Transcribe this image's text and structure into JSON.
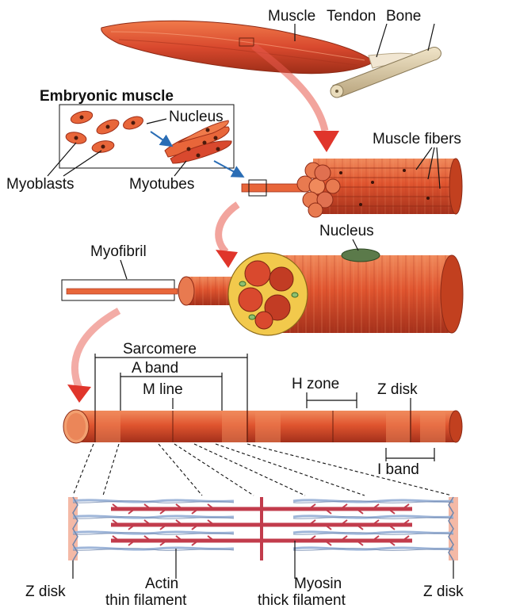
{
  "labels": {
    "muscle": "Muscle",
    "tendon": "Tendon",
    "bone": "Bone",
    "embryonic_title": "Embryonic muscle",
    "nucleus_embryo": "Nucleus",
    "myoblasts": "Myoblasts",
    "myotubes": "Myotubes",
    "muscle_fibers": "Muscle fibers",
    "myofibril": "Myofibril",
    "nucleus_fiber": "Nucleus",
    "sarcomere": "Sarcomere",
    "a_band": "A band",
    "m_line": "M line",
    "h_zone": "H zone",
    "z_disk_top": "Z disk",
    "i_band": "I band",
    "z_disk_left": "Z disk",
    "actin_line1": "Actin",
    "actin_line2": "thin filament",
    "myosin_line1": "Myosin",
    "myosin_line2": "thick filament",
    "z_disk_right": "Z disk"
  },
  "colors": {
    "muscle_red": "#d9492e",
    "muscle_orange": "#e8663a",
    "muscle_dark": "#a8321d",
    "tendon": "#f1e6d2",
    "bone": "#d9c9a8",
    "arrow_red": "#e0352b",
    "blue_arrow": "#2a6db5",
    "perimysium_yellow": "#f2c94c",
    "actin_blue": "#9fb6d9",
    "myosin_red": "#c23c4c",
    "zdisk_pink": "#f4b9a6"
  }
}
